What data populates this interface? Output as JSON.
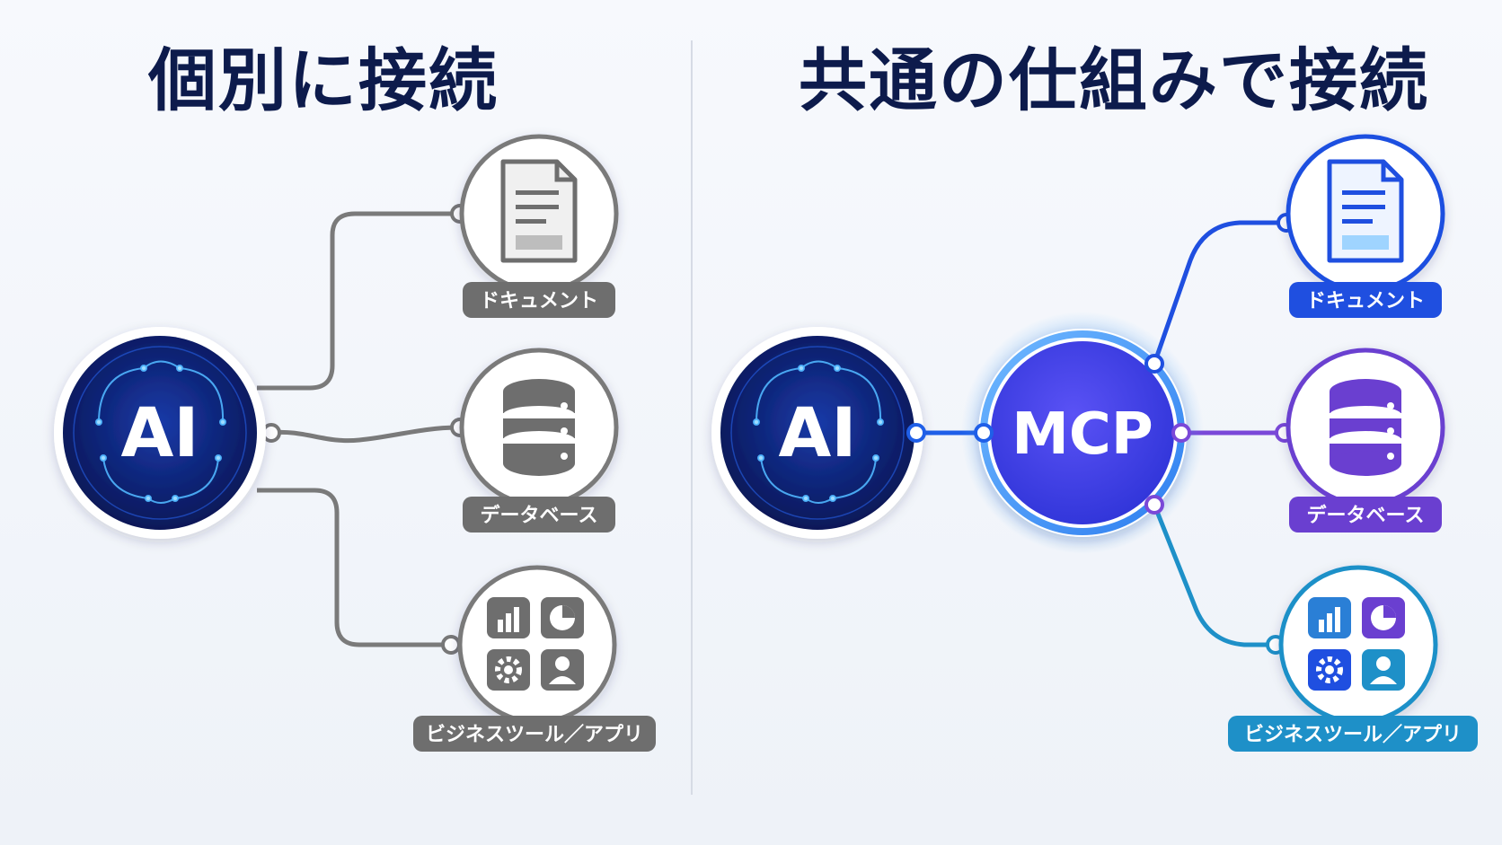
{
  "left_panel": {
    "title": "個別に接続",
    "hub_label": "AI",
    "targets": [
      {
        "label": "ドキュメント",
        "icon": "document-icon"
      },
      {
        "label": "データベース",
        "icon": "database-icon"
      },
      {
        "label": "ビジネスツール／アプリ",
        "icon": "app-grid-icon"
      }
    ],
    "line_color": "#7a7a7a",
    "pill_color": "#6e6e6e"
  },
  "right_panel": {
    "title": "共通の仕組みで接続",
    "hub_label": "AI",
    "protocol_label": "MCP",
    "targets": [
      {
        "label": "ドキュメント",
        "icon": "document-icon",
        "color": "#1f4fe0"
      },
      {
        "label": "データベース",
        "icon": "database-icon",
        "color": "#6a3fd0"
      },
      {
        "label": "ビジネスツール／アプリ",
        "icon": "app-grid-icon",
        "color": "#1e90c8"
      }
    ]
  },
  "colors": {
    "ai_circle": "#0b1f6b",
    "mcp_circle": "#3a3fe6",
    "title_text": "#0d1b4c"
  }
}
